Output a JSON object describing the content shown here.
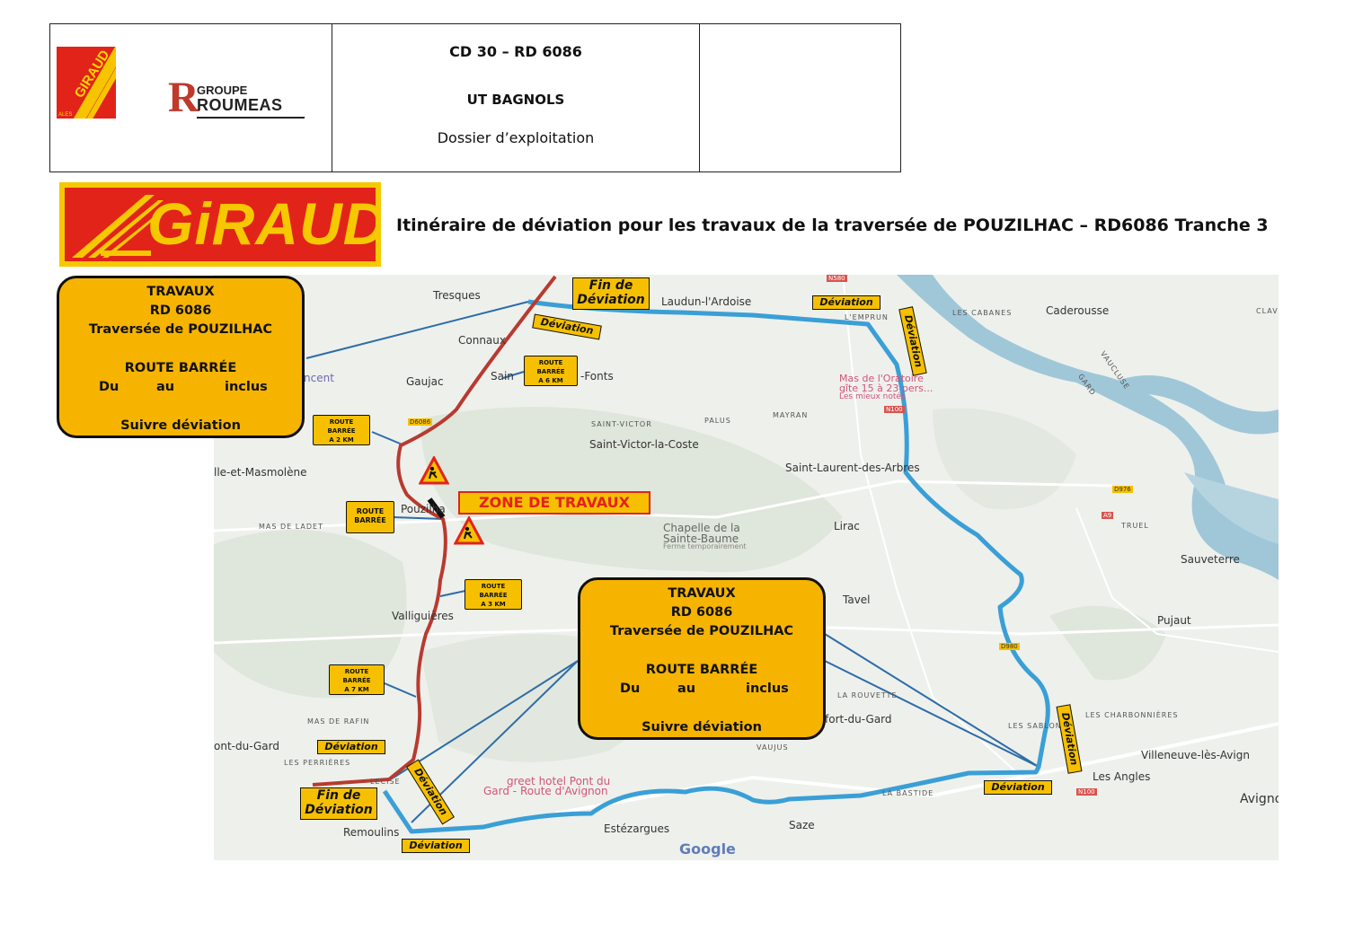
{
  "header": {
    "line1": "CD 30 – RD 6086",
    "line2": "UT BAGNOLS",
    "line3": "Dossier d’exploitation",
    "logo_giraud_small": "GIRAUD",
    "logo_giraud_sub": "ALES",
    "logo_roumeas_l1": "GROUPE",
    "logo_roumeas_l2": "ROUMEAS"
  },
  "banner": {
    "logo_text": "GiRAUD"
  },
  "title": "Itinéraire de déviation pour les travaux de la traversée de POUZILHAC – RD6086 Tranche 3",
  "info_box_1": {
    "l1": "TRAVAUX",
    "l2": "RD 6086",
    "l3": "Traversée de POUZILHAC",
    "l4": "ROUTE BARRÉE",
    "du": "Du",
    "au": "au",
    "inclus": "inclus",
    "l6": "Suivre déviation"
  },
  "info_box_2": {
    "l1": "TRAVAUX",
    "l2": "RD 6086",
    "l3": "Traversée de POUZILHAC",
    "l4": "ROUTE BARRÉE",
    "du": "Du",
    "au": "au",
    "inclus": "inclus",
    "l6": "Suivre déviation"
  },
  "signs": {
    "fin_deviation_top": [
      "Fin de",
      "Déviation"
    ],
    "fin_deviation_bottom": [
      "Fin de",
      "Déviation"
    ],
    "deviation": "Déviation",
    "zone_travaux": "ZONE DE TRAVAUX",
    "rb_6km": [
      "ROUTE",
      "BARRÉE",
      "A 6 KM"
    ],
    "rb_2km": [
      "ROUTE",
      "BARRÉE",
      "A 2 KM"
    ],
    "rb_here": [
      "ROUTE",
      "BARRÉE"
    ],
    "rb_3km": [
      "ROUTE",
      "BARRÉE",
      "A 3 KM"
    ],
    "rb_7km": [
      "ROUTE",
      "BARRÉE",
      "A 7 KM"
    ]
  },
  "places": {
    "tresques": "Tresques",
    "laudun": "Laudun-l'Ardoise",
    "connaux": "Connaux",
    "gaujac": "Gaujac",
    "saint_fonts_a": "Sain",
    "saint_fonts_b": "-Fonts",
    "cent": "ncent",
    "saint_victor_small": "SAINT-VICTOR",
    "palus": "PALUS",
    "mayran": "MAYRAN",
    "saint_victor": "Saint-Victor-la-Coste",
    "saint_laurent": "Saint-Laurent-des-Arbres",
    "masmolene": "lle-et-Masmolène",
    "mas_ladet": "MAS DE LADET",
    "pouzilhac": "Pouzilha",
    "chapelle1": "Chapelle de la",
    "chapelle2": "Sainte-Baume",
    "chapelle3": "Ferme temporairement",
    "lirac": "Lirac",
    "tavel": "Tavel",
    "valliguieres": "Valliguières",
    "les_cabanes": "LES CABANES",
    "caderousse": "Caderousse",
    "lemprun": "L'EMPRUN",
    "mas_oratoire1": "Mas de l'Oratoire",
    "mas_oratoire2": "gîte 15 à 23 pers...",
    "mas_oratoire3": "Les mieux notés",
    "vaucluse": "VAUCLUSE",
    "gard": "GARD",
    "truel": "TRUEL",
    "sauveterre": "Sauveterre",
    "pujaut": "Pujaut",
    "la_rouvette": "LA ROUVETTE",
    "rochefort": "fort-du-Gard",
    "les_sablons": "LES SABLONS",
    "charbonnieres": "LES CHARBONNIÈRES",
    "villeneuve": "Villeneuve-lès-Avign",
    "les_angles": "Les Angles",
    "avignon": "Avignon",
    "mas_rafin": "MAS DE RAFIN",
    "pont_du_gard": "ont-du-Gard",
    "les_perrieres": "LES PERRIÈRES",
    "vaujus": "VAUJUS",
    "hotel1": "greet hotel Pont du",
    "hotel2": "Gard - Route d'Avignon",
    "remoulins": "Remoulins",
    "estezargues": "Estézargues",
    "saze": "Saze",
    "la_bastide": "LA BASTIDE",
    "clav": "CLAV",
    "lecise": "LECISE",
    "google": "Google",
    "road_n580": "N580",
    "road_n100": "N100",
    "road_d6086": "D6086",
    "road_d976": "D976",
    "road_a9": "A9",
    "road_d980": "D980",
    "road_n100b": "N100"
  },
  "colors": {
    "detour": "#3a9fd6",
    "closed_road": "#c0392b",
    "sign_yellow": "#f6c000",
    "brand_red": "#e2231a"
  }
}
